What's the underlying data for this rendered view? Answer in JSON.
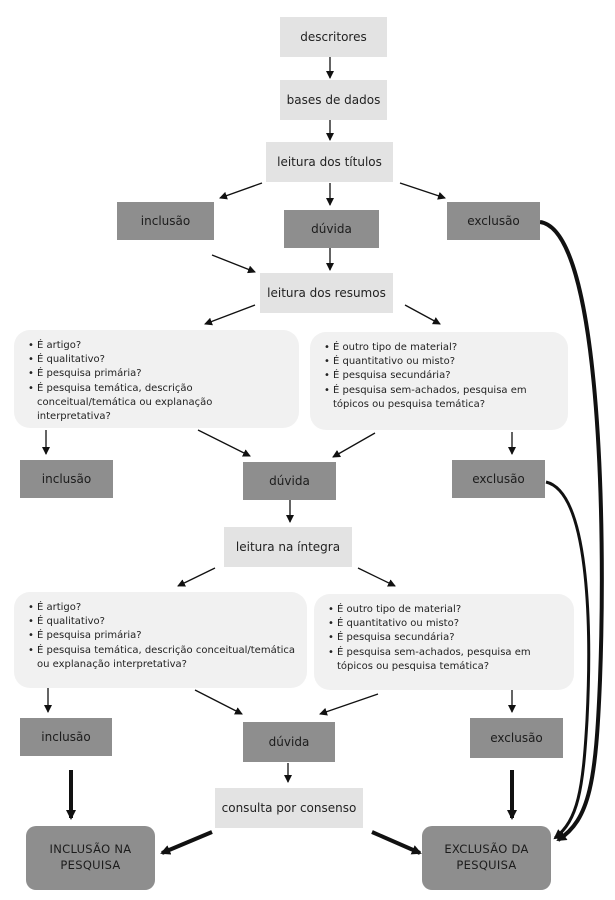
{
  "nodes": {
    "descritores": "descritores",
    "bases": "bases de dados",
    "titulos": "leitura dos títulos",
    "inclusao1": "inclusão",
    "duvida1": "dúvida",
    "exclusao1": "exclusão",
    "resumos": "leitura dos resumos",
    "inclusao2": "inclusão",
    "duvida2": "dúvida",
    "exclusao2": "exclusão",
    "integra": "leitura na íntegra",
    "inclusao3": "inclusão",
    "duvida3": "dúvida",
    "exclusao3": "exclusão",
    "consenso": "consulta por consenso",
    "inclusao_final_1": "INCLUSÃO NA",
    "inclusao_final_2": "PESQUISA",
    "exclusao_final_1": "EXCLUSÃO DA",
    "exclusao_final_2": "PESQUISA"
  },
  "criteria": {
    "include": [
      "É artigo?",
      "É qualitativo?",
      "É pesquisa primária?",
      "É pesquisa temática, descrição conceitual/temática ou explanação interpretativa?"
    ],
    "exclude": [
      "É outro tipo de material?",
      "É quantitativo ou misto?",
      "É pesquisa secundária?",
      "É pesquisa sem-achados, pesquisa em tópicos ou pesquisa temática?"
    ]
  },
  "colors": {
    "light_box": "#e3e3e3",
    "dark_box": "#8e8e8e",
    "panel": "#f1f1f1",
    "arrow": "#111111"
  }
}
